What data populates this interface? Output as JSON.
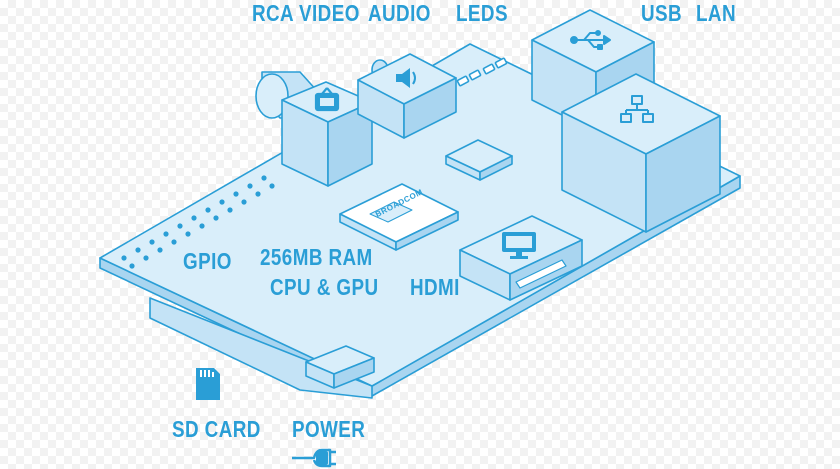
{
  "labels": {
    "rca_video": "RCA VIDEO",
    "audio": "AUDIO",
    "leds": "LEDS",
    "usb": "USB",
    "lan": "LAN",
    "gpio": "GPIO",
    "ram_line1": "256MB RAM",
    "ram_line2": "CPU & GPU",
    "hdmi": "HDMI",
    "sd_card": "SD CARD",
    "power": "POWER",
    "chip_logo": "BROADCOM"
  },
  "colors": {
    "label": "#2a9ed6",
    "stroke": "#2a9ed6",
    "fill_light": "#d9eefa",
    "fill_mid": "#c4e3f6",
    "fill_dark": "#a9d5f0"
  },
  "icons": [
    "tv-icon",
    "speaker-icon",
    "usb-icon",
    "network-icon",
    "monitor-icon",
    "sd-card-icon",
    "power-plug-icon"
  ]
}
